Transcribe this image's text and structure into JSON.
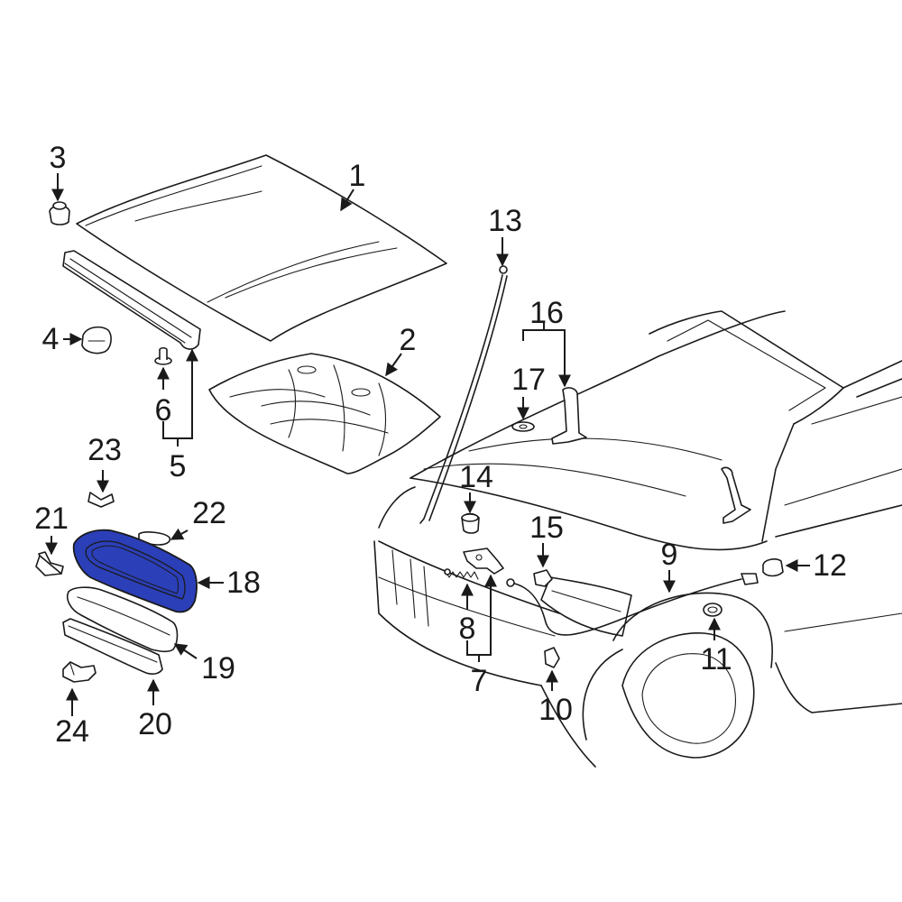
{
  "highlight_color": "#2b3fb8",
  "callouts": {
    "c1": "1",
    "c2": "2",
    "c3": "3",
    "c4": "4",
    "c5": "5",
    "c6": "6",
    "c7": "7",
    "c8": "8",
    "c9": "9",
    "c10": "10",
    "c11": "11",
    "c12": "12",
    "c13": "13",
    "c14": "14",
    "c15": "15",
    "c16": "16",
    "c17": "17",
    "c18": "18",
    "c19": "19",
    "c20": "20",
    "c21": "21",
    "c22": "22",
    "c23": "23",
    "c24": "24"
  }
}
